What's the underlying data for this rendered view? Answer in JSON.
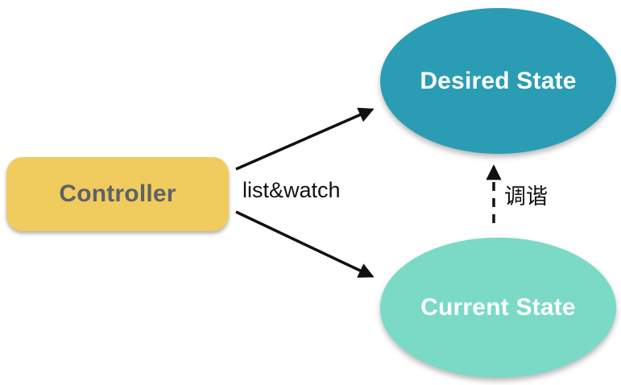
{
  "diagram": {
    "nodes": {
      "controller": {
        "label": "Controller"
      },
      "desired_state": {
        "label": "Desired State"
      },
      "current_state": {
        "label": "Current State"
      }
    },
    "edges": {
      "list_watch": {
        "label": "list&watch",
        "style": "solid"
      },
      "reconcile": {
        "label": "调谐",
        "style": "dashed"
      }
    },
    "colors": {
      "controller_fill": "#F0CB5E",
      "controller_text": "#5E6267",
      "desired_fill": "#2A9DB5",
      "current_fill": "#7ADAC6",
      "node_text": "#FFFFFF",
      "arrow": "#111111",
      "label_text": "#111111",
      "background": "#FFFFFF"
    }
  }
}
